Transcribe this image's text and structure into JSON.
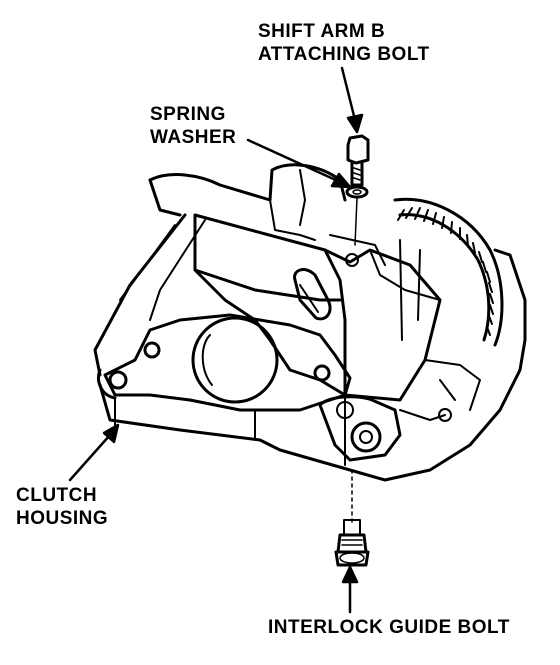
{
  "labels": {
    "shift_arm_bolt": [
      "SHIFT ARM B",
      "ATTACHING BOLT"
    ],
    "spring_washer": [
      "SPRING",
      "WASHER"
    ],
    "clutch_housing": [
      "CLUTCH",
      "HOUSING"
    ],
    "interlock_guide_bolt": "INTERLOCK GUIDE BOLT"
  },
  "colors": {
    "ink": "#000000",
    "paper": "#ffffff"
  }
}
